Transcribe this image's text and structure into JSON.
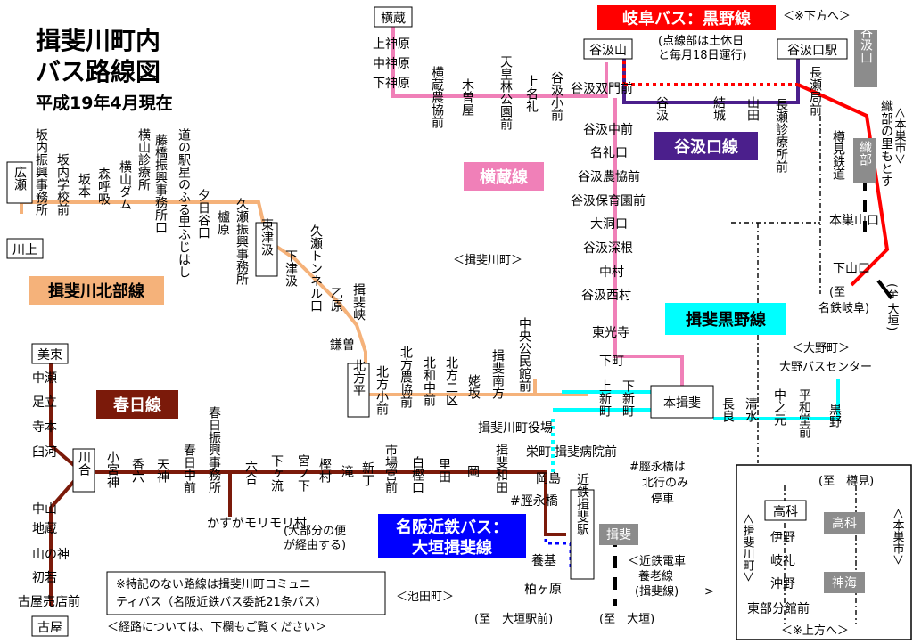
{
  "header": {
    "title_line1": "揖斐川町内",
    "title_line2": "バス路線図",
    "as_of": "平成19年4月現在"
  },
  "line_names": {
    "hokubu": "揖斐川北部線",
    "kasuga": "春日線",
    "yokokura": "横蔵線",
    "tanigumiguchi": "谷汲口線",
    "ibi_kurono": "揖斐黒野線",
    "gifu_bus": "岐阜バス：黒野線",
    "meihan_line1": "名阪近鉄バス：",
    "meihan_line2": "大垣揖斐線"
  },
  "colors": {
    "hokubu": "#f5b27a",
    "kasuga": "#7b1a0a",
    "yokokura": "#f080b8",
    "tanigumiguchi": "#4b1f8c",
    "ibi_kurono": "#00ffff",
    "gifu_bus": "#ff0000",
    "meihan": "#0000ff",
    "grey_label": "#8c8c8c"
  },
  "stations": {
    "hirose": "広瀬",
    "kawakami": "川上",
    "higashi_tsuzura": "東津汲",
    "kitagata_taira": "北方平",
    "kawai": "川合",
    "mihigashi": "美束",
    "koya": "古屋",
    "yokokura": "横蔵",
    "tanigumi_yama": "谷汲山",
    "tanigumi_eki": "谷汲口駅",
    "hon_ibi": "本揖斐",
    "kinshu_ibi": "近鉄揖斐駅",
    "takashina_box": "高科"
  },
  "stops": {
    "hokubu": [
      "坂内振興事務所",
      "坂内学校前",
      "坂本",
      "森呼吸",
      "横山ダム",
      "藤橋振興事務所口",
      "横山診療所",
      "道の駅星のふる里ふじはし",
      "夕日谷口",
      "櫨原",
      "久瀬振興事務所",
      "下津汲",
      "久瀬トンネル口",
      "乙原",
      "揖斐峡",
      "鎌曽"
    ],
    "kitagata": [
      "北方小前",
      "北方農協前",
      "北和中前",
      "北方二区",
      "姥坂",
      "揖斐南方",
      "中央公民館前",
      "揖斐川町役場"
    ],
    "kasuga": [
      "中瀬",
      "足立",
      "寺本",
      "臼河",
      "中山",
      "地蔵",
      "山の神",
      "初若",
      "古屋売店前",
      "小宮神",
      "香六",
      "天神",
      "春日中前",
      "春日振興事務所",
      "かすがモリモリ村",
      "六合",
      "下ヶ流",
      "宮ノ下",
      "樫村",
      "滝",
      "新丁",
      "市場宮前",
      "白樫口",
      "里田",
      "岡",
      "揖斐和田"
    ],
    "yokokura": [
      "上神原",
      "中神原",
      "下神原",
      "横蔵農協前",
      "木曽屋",
      "天皇林公園前",
      "上名礼",
      "谷汲小前",
      "谷汲双門前",
      "谷汲中前",
      "名礼口",
      "谷汲農協前",
      "谷汲保育園前",
      "大洞口",
      "谷汲深根",
      "中村",
      "谷汲西村",
      "東光寺",
      "下町"
    ],
    "tanigumiguchi": [
      "谷汲",
      "結城",
      "山田",
      "長瀬診療所前",
      "長瀬局前"
    ],
    "ibi_kurono": [
      "上新町",
      "下新町",
      "長良",
      "清水",
      "中之元",
      "平和堂前",
      "黒野"
    ],
    "misc": [
      "栄町",
      "揖斐病院前",
      "岡島",
      "#脛永橋",
      "養基",
      "柏ヶ原"
    ],
    "inset": [
      "伊野",
      "岐礼",
      "沖野",
      "東部分館前"
    ],
    "gifu_side": [
      "織部の里もとす",
      "樽見鉄道",
      "本巣山口",
      "下山口"
    ]
  },
  "notes": {
    "shimo_houhe": "＜※下方へ＞",
    "gifu_note1": "(点線部は土休日",
    "gifu_note2": "と毎月18日運行)",
    "ibigawa_cho": "＜揖斐川町＞",
    "ono_cho": "＜大野町＞",
    "ono_bus_center": "大野バスセンター",
    "kasuga_note1": "(大部分の便",
    "kasuga_note2": "が経由する)",
    "hashi_note1": "#脛永橋は",
    "hashi_note2": "北行のみ",
    "hashi_note3": "停車",
    "community1": "※特記のない路線は揖斐川町コミュニ",
    "community2": "ティバス（名阪近鉄バス委託21条バス）",
    "route_note": "＜経路については、下欄もご覧ください＞",
    "ikeda_cho": "＜池田町＞",
    "to_ogaki_eki": "(至　大垣駅前)",
    "to_ogaki": "(至　大垣)",
    "kintetsu1": "＜近鉄電車",
    "kintetsu2": "養老線",
    "kintetsu3": "(揖斐線)",
    "kintetsu4": ">",
    "to_meitetsu1": "(至",
    "to_meitetsu2": "名鉄岐阜)",
    "to_ogaki_side": "(至 大垣)",
    "motosu1": "＜本巣市＞",
    "to_tarumi": "(至　樽見)",
    "ibigawa_cho_side": "＜揖斐川町＞",
    "motosu2": "＜本巣市＞",
    "ue_houhe": "＜※上方へ＞"
  },
  "grey_labels": {
    "tanigumiguchi": "谷汲口",
    "oribe": "織部",
    "ibi": "揖斐",
    "takashina": "高科",
    "kamiumi": "神海"
  }
}
